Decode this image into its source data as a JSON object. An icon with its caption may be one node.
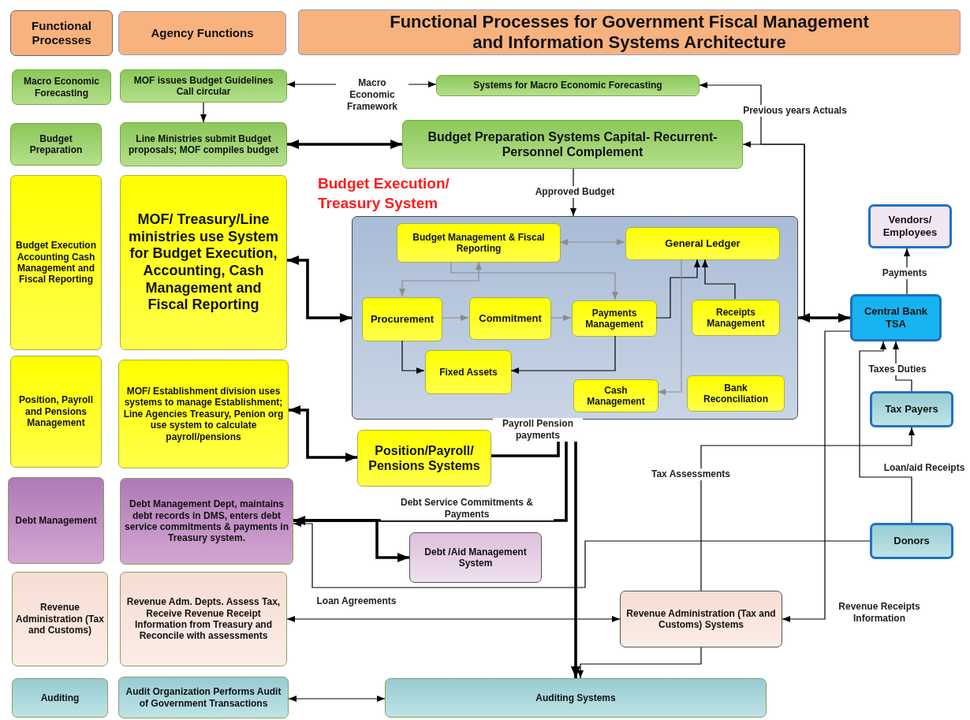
{
  "diagram": {
    "title": "Functional Processes for Government Fiscal Management and Information Systems Architecture",
    "nodes": [
      {
        "text": [
          "Functional Processes"
        ]
      },
      {
        "text": [
          "Agency Functions"
        ]
      },
      {
        "text": [
          "Macro Economic Forecasting"
        ]
      },
      {
        "text": [
          "MOF issues Budget Guidelines Call circular"
        ]
      },
      {
        "text": [
          "Systems for Macro Economic Forecasting"
        ]
      },
      {
        "text": [
          "Budget Preparation"
        ]
      },
      {
        "text": [
          "Line Ministries submit Budget proposals; MOF compiles budget"
        ]
      },
      {
        "text": [
          "Budget Preparation Systems Capital- Recurrent-Personnel Complement"
        ]
      },
      {
        "text": [
          "Budget Execution Accounting Cash Management and Fiscal Reporting"
        ]
      },
      {
        "text": [
          "MOF/ Treasury/Line ministries use System for Budget Execution, Accounting, Cash Management and Fiscal Reporting"
        ]
      },
      {
        "text": [
          "Budget Execution/ Treasury System"
        ]
      },
      {
        "text": [
          "Budget Management & Fiscal Reporting"
        ],
        "in": 10
      },
      {
        "text": [
          "General Ledger"
        ],
        "in": 10
      },
      {
        "text": [
          "Procurement"
        ],
        "in": 10
      },
      {
        "text": [
          "Commitment"
        ],
        "in": 10
      },
      {
        "text": [
          "Payments Management"
        ],
        "in": 10
      },
      {
        "text": [
          "Receipts Management"
        ],
        "in": 10
      },
      {
        "text": [
          "Fixed Assets"
        ],
        "in": 10
      },
      {
        "text": [
          "Cash Management"
        ],
        "in": 10
      },
      {
        "text": [
          "Bank Reconciliation"
        ],
        "in": 10
      },
      {
        "text": [
          "Vendors/ Employees"
        ]
      },
      {
        "text": [
          "Central Bank TSA"
        ]
      },
      {
        "text": [
          "Tax Payers"
        ]
      },
      {
        "text": [
          "Position, Payroll and Pensions Management"
        ]
      },
      {
        "text": [
          "MOF/ Establishment division uses systems to manage Establishment; Line Agencies Treasury, Penion org use system to calculate payroll/pensions"
        ]
      },
      {
        "text": [
          "Position/Payroll/ Pensions Systems"
        ]
      },
      {
        "text": [
          "Debt Management"
        ]
      },
      {
        "text": [
          "Debt Management Dept, maintains debt records in DMS, enters debt service commitments & payments in Treasury system."
        ]
      },
      {
        "text": [
          "Debt /Aid Management System"
        ]
      },
      {
        "text": [
          "Donors"
        ]
      },
      {
        "text": [
          "Revenue Administration (Tax and Customs)"
        ]
      },
      {
        "text": [
          "Revenue Adm. Depts. Assess Tax, Receive Revenue Receipt Information from Treasury and Reconcile with assessments"
        ]
      },
      {
        "text": [
          "Revenue Administration (Tax and Customs) Systems"
        ]
      },
      {
        "text": [
          "Auditing"
        ]
      },
      {
        "text": [
          "Audit Organization Performs Audit of Government Transactions"
        ]
      },
      {
        "text": [
          "Auditing Systems"
        ]
      }
    ],
    "edges": [
      {
        "from": 3,
        "to": 4,
        "arrow": "both",
        "label": "Macro Economic Framework"
      },
      {
        "from": 3,
        "to": 6,
        "arrow": "to"
      },
      {
        "from": 6,
        "to": 7,
        "arrow": "both",
        "style": "thick"
      },
      {
        "from": 21,
        "to": 7,
        "arrow": "to"
      },
      {
        "from": 21,
        "to": 4,
        "arrow": "to",
        "label": "Previous years Actuals"
      },
      {
        "from": 7,
        "to": 10,
        "arrow": "to",
        "label": "Approved Budget"
      },
      {
        "from": 9,
        "to": 10,
        "arrow": "both",
        "style": "thick"
      },
      {
        "from": 11,
        "to": 12,
        "arrow": "both",
        "color": "#8c8c8c"
      },
      {
        "from": 13,
        "to": 14,
        "arrow": "to",
        "color": "#8c8c8c"
      },
      {
        "from": 14,
        "to": 15,
        "arrow": "to",
        "color": "#8c8c8c"
      },
      {
        "from": 13,
        "to": 11,
        "arrow": "both",
        "color": "#8c8c8c"
      },
      {
        "from": 11,
        "to": 15,
        "arrow": "to",
        "color": "#8c8c8c"
      },
      {
        "from": 15,
        "to": 17,
        "arrow": "to"
      },
      {
        "from": 13,
        "to": 17,
        "arrow": "to"
      },
      {
        "from": 15,
        "to": 12,
        "arrow": "to"
      },
      {
        "from": 16,
        "to": 12,
        "arrow": "to"
      },
      {
        "from": 12,
        "to": 18,
        "arrow": "to",
        "color": "#8c8c8c"
      },
      {
        "from": 10,
        "to": 21,
        "arrow": "both",
        "style": "thick"
      },
      {
        "from": 21,
        "to": 20,
        "arrow": "to",
        "label": "Payments"
      },
      {
        "from": 22,
        "to": 21,
        "arrow": "to",
        "label": "Taxes Duties"
      },
      {
        "from": 29,
        "to": 21,
        "arrow": "to",
        "label": "Loan/aid Receipts"
      },
      {
        "from": 24,
        "to": 25,
        "arrow": "both",
        "style": "thick"
      },
      {
        "from": 25,
        "to": 10,
        "arrow": "to",
        "label": "Payroll Pension payments",
        "style": "thick"
      },
      {
        "from": 10,
        "to": 35,
        "arrow": "both",
        "style": "thick"
      },
      {
        "from": 10,
        "to": 27,
        "arrow": "to",
        "label": "Debt Service Commitments & Payments",
        "style": "thick"
      },
      {
        "from": 27,
        "to": 28,
        "arrow": "to",
        "style": "thick"
      },
      {
        "from": 29,
        "to": 27,
        "arrow": "to",
        "label": "Loan Agreements"
      },
      {
        "from": 31,
        "to": 32,
        "arrow": "both"
      },
      {
        "from": 32,
        "to": 22,
        "arrow": "to",
        "label": "Tax Assessments"
      },
      {
        "from": 21,
        "to": 32,
        "arrow": "to",
        "label": "Revenue Receipts Information"
      },
      {
        "from": 32,
        "to": 35,
        "arrow": "to"
      },
      {
        "from": 34,
        "to": 35,
        "arrow": "both"
      }
    ]
  }
}
